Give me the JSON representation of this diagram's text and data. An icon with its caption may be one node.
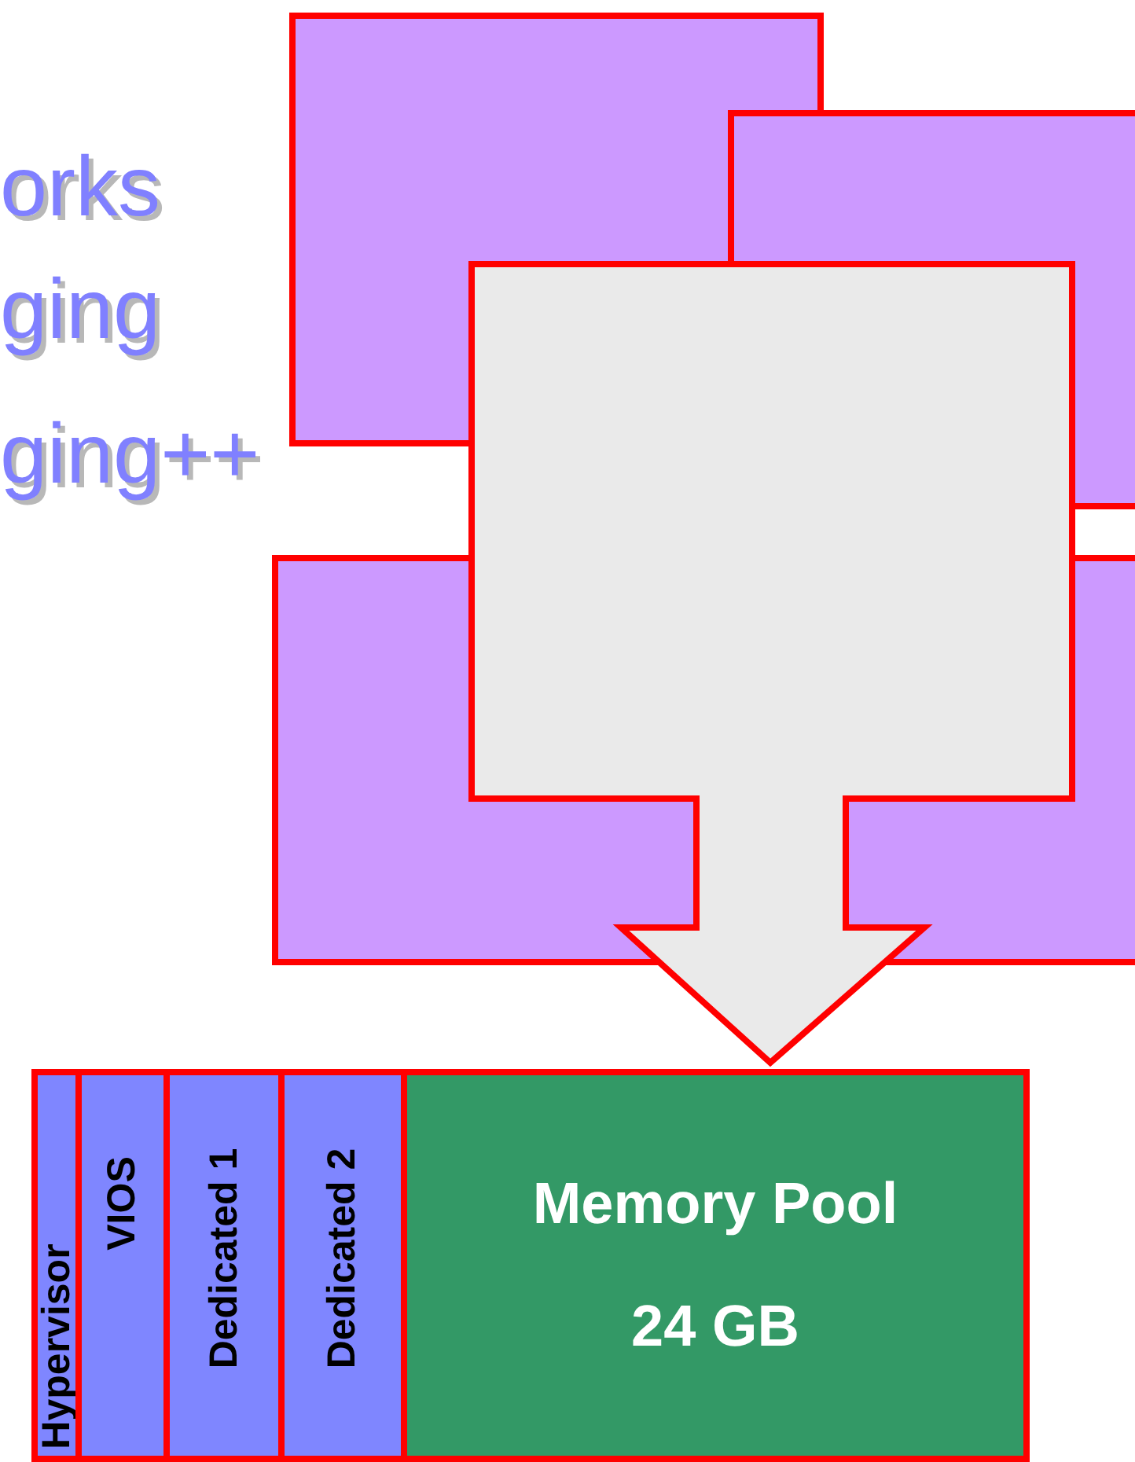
{
  "diagram": {
    "nodes": [
      {
        "text": [
          "Hypervisor"
        ]
      },
      {
        "text": [
          "VIOS"
        ]
      },
      {
        "text": [
          "Dedicated 1"
        ]
      },
      {
        "text": [
          "Dedicated 2"
        ]
      },
      {
        "text": [
          "Memory Pool",
          "24 GB"
        ]
      }
    ],
    "labels": [
      "orks",
      "ging",
      "ging++"
    ]
  }
}
